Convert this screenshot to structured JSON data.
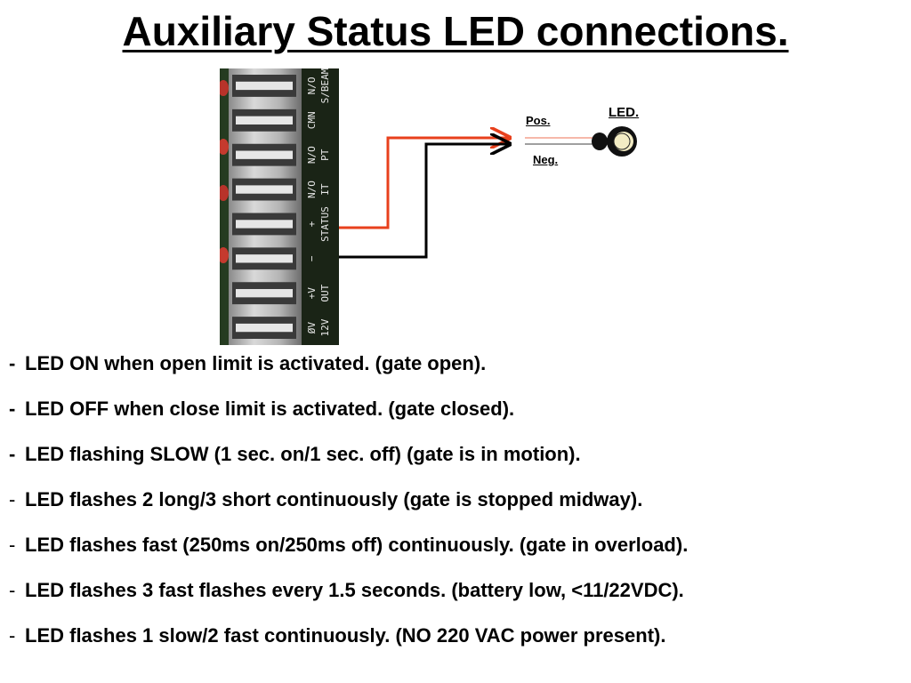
{
  "title": "Auxiliary Status LED connections.",
  "diagram": {
    "terminal_labels": [
      {
        "top": "N/O",
        "bottom": "S/BEAM"
      },
      {
        "top": "CMN",
        "bottom": ""
      },
      {
        "top": "N/O",
        "bottom": "PT"
      },
      {
        "top": "N/O",
        "bottom": "IT"
      },
      {
        "top": "+",
        "bottom": "STATUS"
      },
      {
        "top": "−",
        "bottom": ""
      },
      {
        "top": "+V",
        "bottom": "OUT"
      },
      {
        "top": "ØV",
        "bottom": "12V"
      }
    ],
    "wire_colors": {
      "positive": "#e8401c",
      "negative": "#000000"
    },
    "pos_label": "Pos.",
    "neg_label": "Neg.",
    "led_label": "LED."
  },
  "lines": [
    {
      "dash": "-",
      "dash_bold": true,
      "text": "LED ON when open limit is activated. (gate open)."
    },
    {
      "dash": "-",
      "dash_bold": true,
      "text": "LED OFF when close limit is activated. (gate closed)."
    },
    {
      "dash": "-",
      "dash_bold": true,
      "text": "LED flashing SLOW (1 sec. on/1 sec. off) (gate is in motion)."
    },
    {
      "dash": "-",
      "dash_bold": false,
      "text": "LED flashes 2 long/3 short continuously (gate is stopped midway)."
    },
    {
      "dash": "-",
      "dash_bold": false,
      "text": "LED flashes fast (250ms on/250ms off) continuously. (gate in overload)."
    },
    {
      "dash": "-",
      "dash_bold": false,
      "text": "LED flashes 3 fast flashes every 1.5 seconds. (battery low, <11/22VDC)."
    },
    {
      "dash": "-",
      "dash_bold": false,
      "text": "LED flashes 1 slow/2 fast continuously. (NO 220 VAC power present)."
    }
  ]
}
